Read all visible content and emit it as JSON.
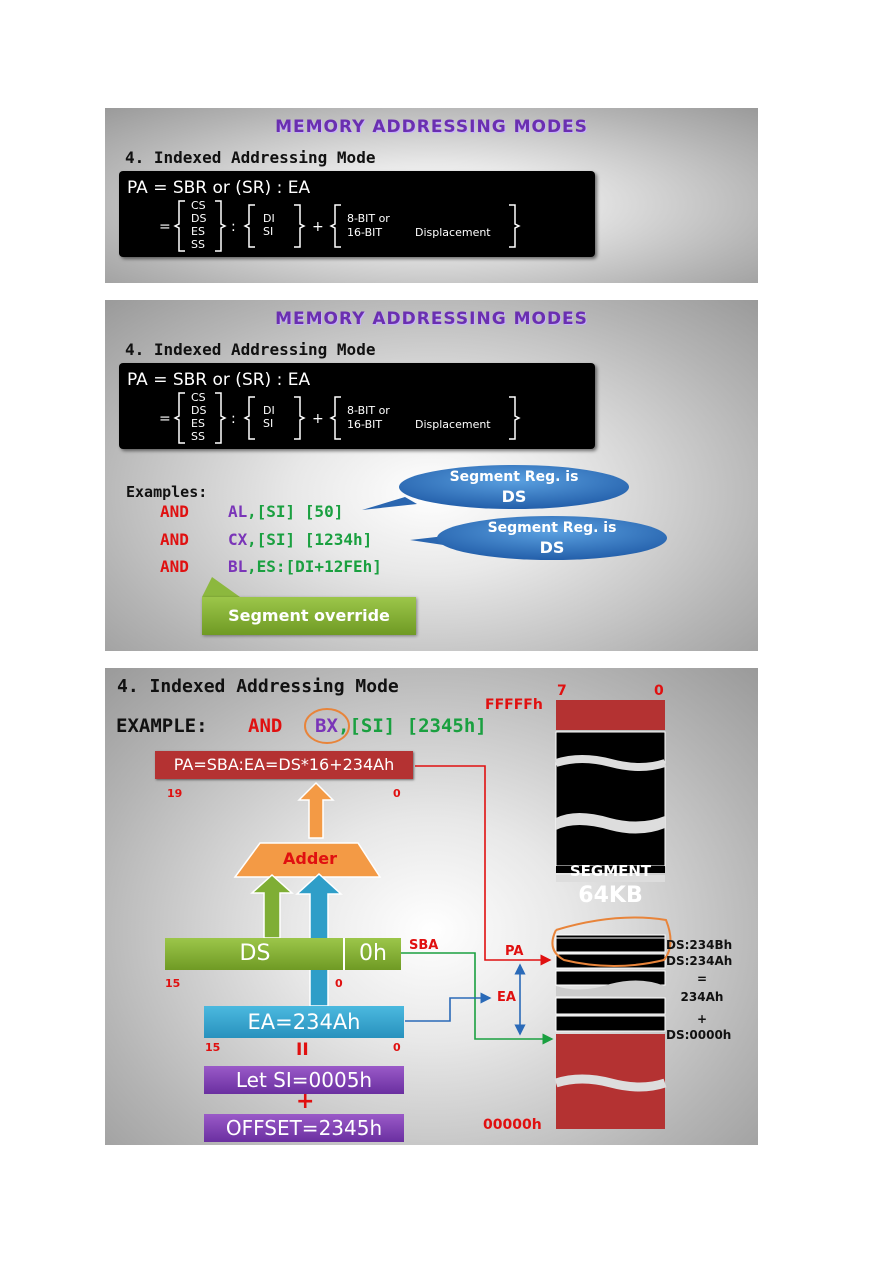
{
  "slide1": {
    "title": "MEMORY ADDRESSING MODES",
    "subtitle": "4. Indexed Addressing Mode",
    "formula": {
      "line1": "PA = SBR or (SR) : EA",
      "equals": "=",
      "segment_regs": [
        "CS",
        "DS",
        "ES",
        "SS"
      ],
      "colon": ":",
      "index_regs": [
        "DI",
        "SI"
      ],
      "plus": "+",
      "disp1": "8-BIT or",
      "disp2": "16-BIT",
      "disp_word": "Displacement"
    }
  },
  "slide2": {
    "title": "MEMORY ADDRESSING MODES",
    "subtitle": "4. Indexed Addressing Mode",
    "formula": {
      "line1": "PA = SBR or (SR) : EA",
      "equals": "=",
      "segment_regs": [
        "CS",
        "DS",
        "ES",
        "SS"
      ],
      "colon": ":",
      "index_regs": [
        "DI",
        "SI"
      ],
      "plus": "+",
      "disp1": "8-BIT or",
      "disp2": "16-BIT",
      "disp_word": "Displacement"
    },
    "examples_label": "Examples:",
    "examples": [
      {
        "op": "AND",
        "reg": "AL",
        "rest": ",[SI] [50]"
      },
      {
        "op": "AND",
        "reg": "CX",
        "rest": ",[SI] [1234h]"
      },
      {
        "op": "AND",
        "reg": "BL",
        "rest": ",ES:[DI+12FEh]"
      }
    ],
    "callout1": {
      "line1": "Segment Reg. is",
      "line2": "DS"
    },
    "callout2": {
      "line1": "Segment Reg. is",
      "line2": "DS"
    },
    "override": "Segment override"
  },
  "slide3": {
    "subtitle": "4. Indexed Addressing Mode",
    "example_label": "EXAMPLE:",
    "example_op": "AND",
    "example_reg": "BX",
    "example_rest": ",[SI] [2345h]",
    "pa_box": "PA=SBA:EA=DS*16+234Ah",
    "pa_hi": "19",
    "pa_lo": "0",
    "adder": "Adder",
    "ds_box": "DS",
    "zero_box": "0h",
    "sba_label": "SBA",
    "ds_hi": "15",
    "ds_lo": "0",
    "ea_box": "EA=234Ah",
    "ea_hi": "15",
    "ea_lo": "0",
    "equals_sign": "II",
    "si_box": "Let SI=0005h",
    "plus_sign": "+",
    "offset_box": "OFFSET=2345h",
    "mem_top_addr": "FFFFFh",
    "mem_bit_hi": "7",
    "mem_bit_lo": "0",
    "mem_bottom_addr": "00000h",
    "segment_line1": "SEGMENT",
    "segment_line2": "64KB",
    "pa_label": "PA",
    "ea_label": "EA",
    "mem_labels": [
      "DS:234Bh",
      "DS:234Ah",
      "=",
      "234Ah",
      "+",
      "DS:0000h"
    ]
  },
  "colors": {
    "red": "#e01010",
    "purple": "#7a35b8",
    "green": "#1aa040",
    "blue_box": "#2fa9cf",
    "green_box": "#7fae35",
    "orange": "#f39a45",
    "maroon": "#b43232"
  }
}
